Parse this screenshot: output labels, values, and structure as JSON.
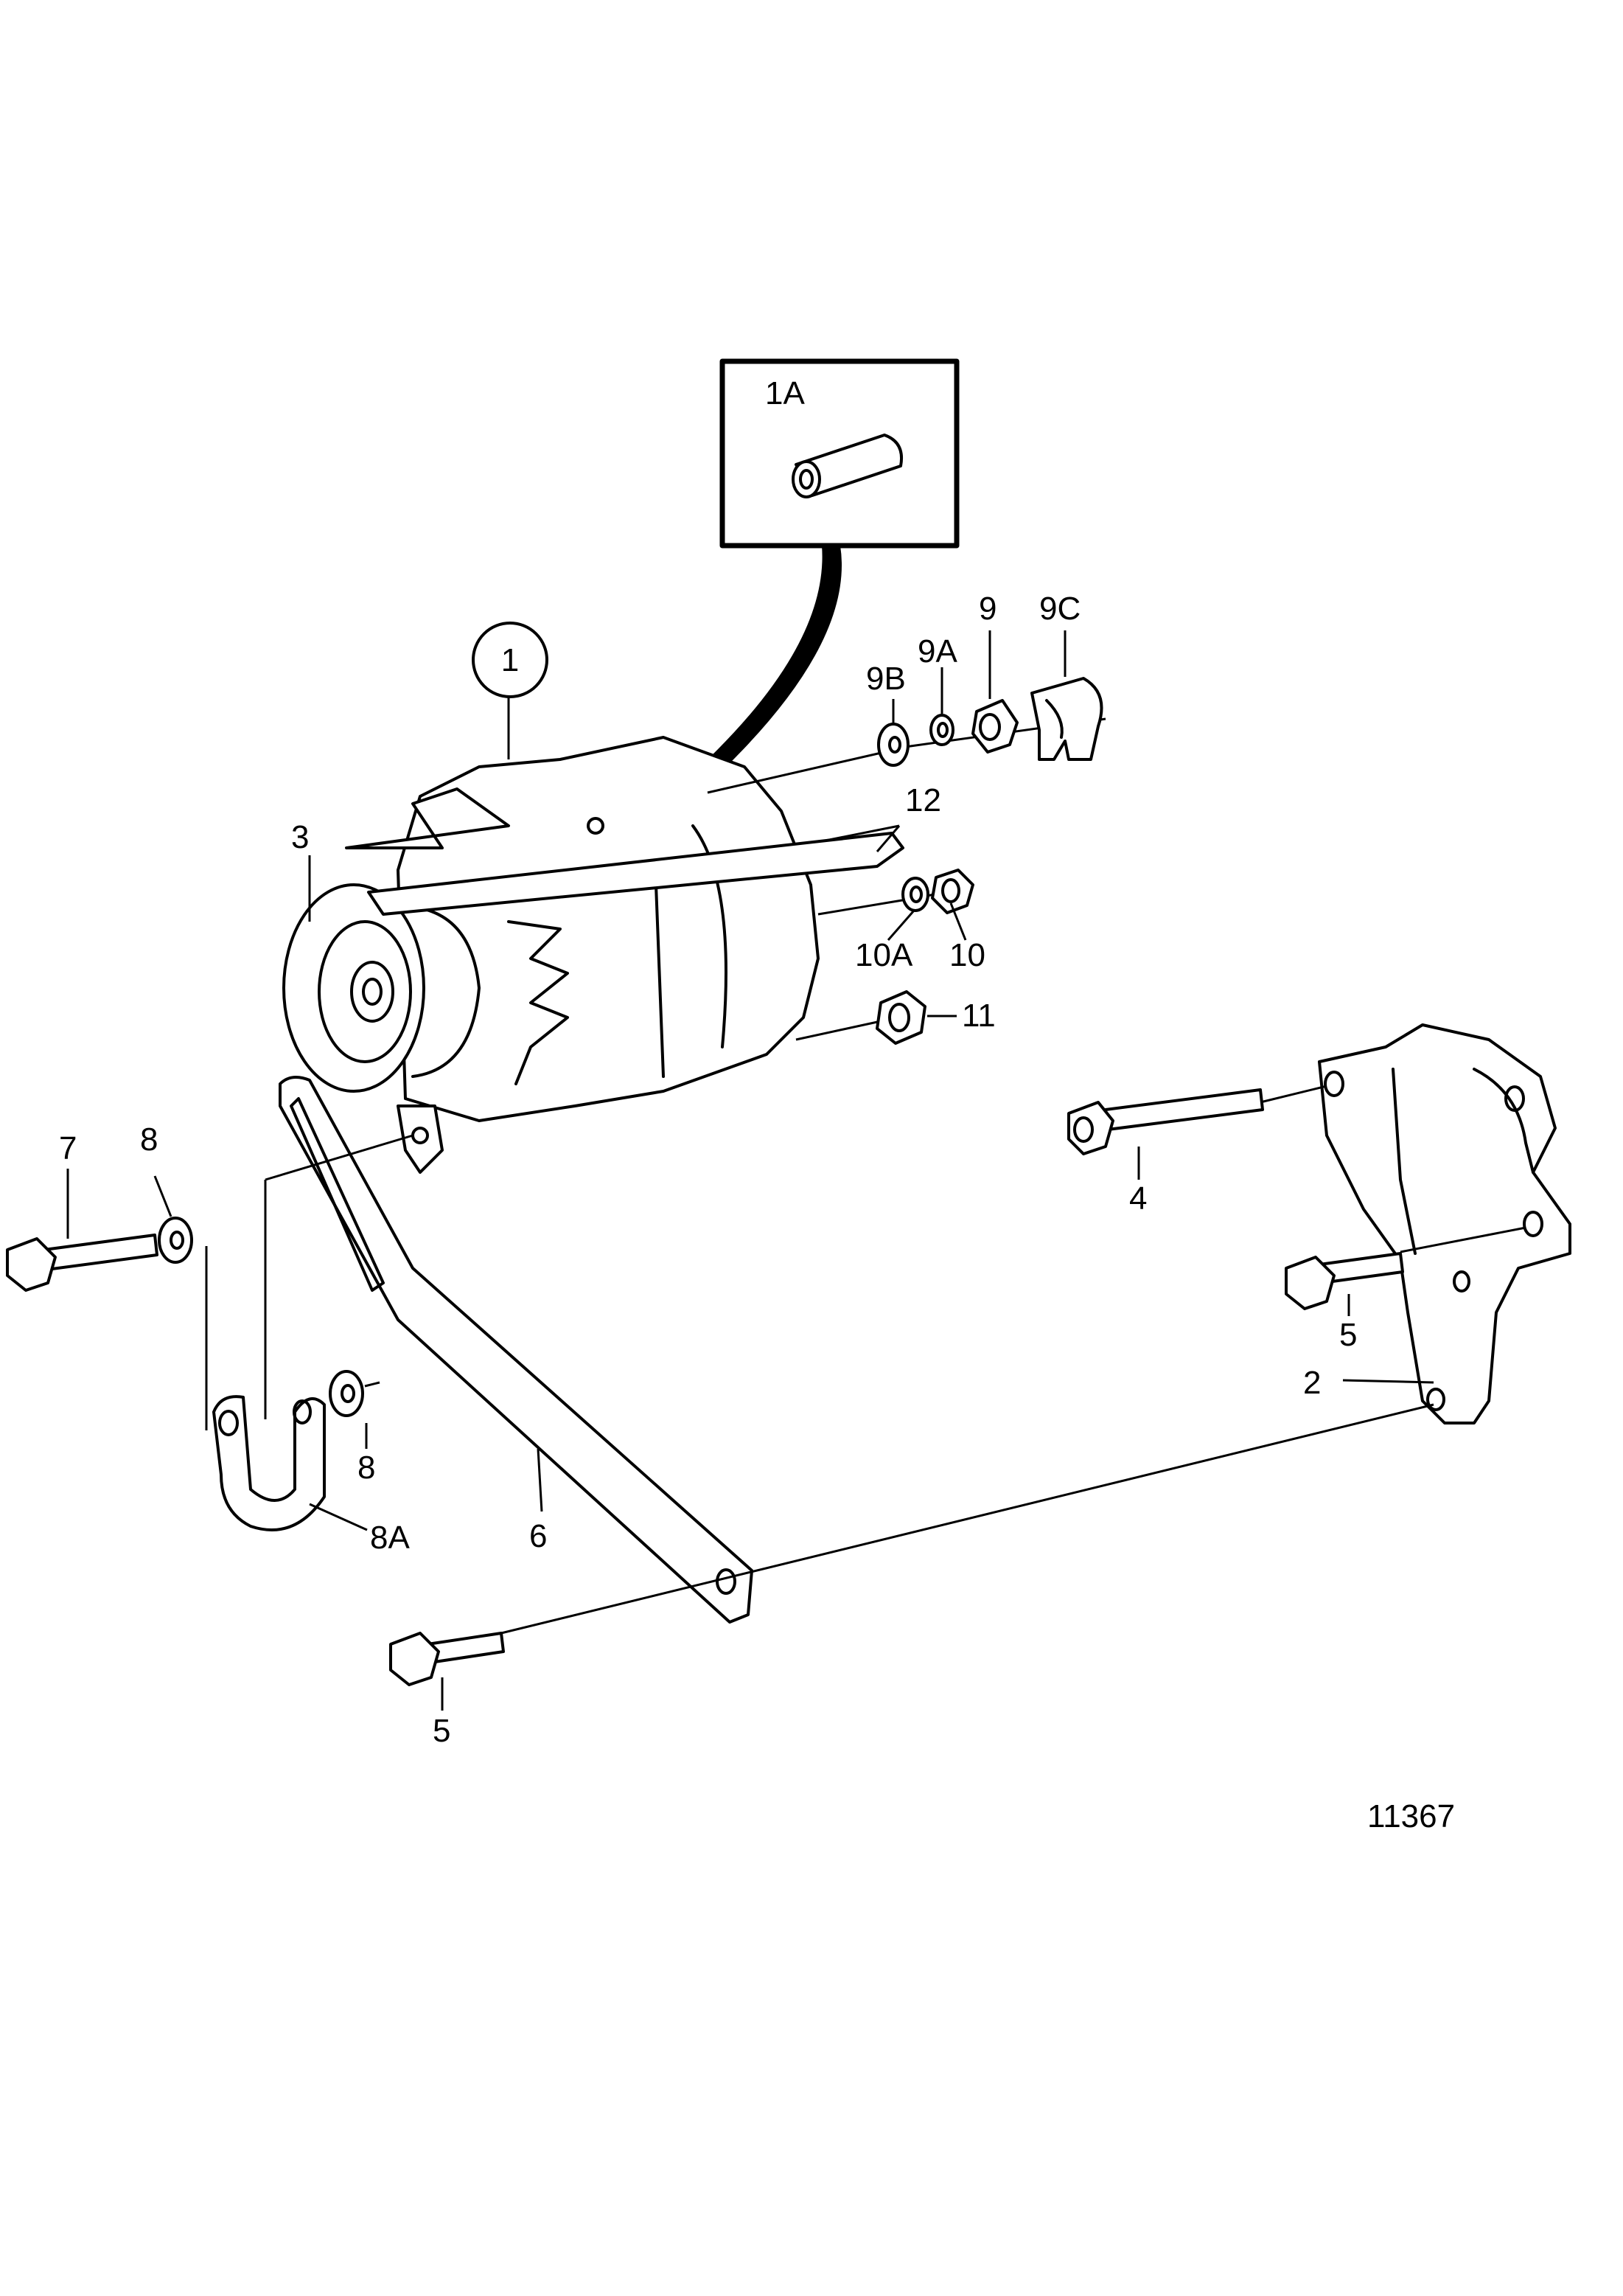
{
  "drawing_number": "11367",
  "callouts": {
    "c1": "1",
    "c1a": "1A",
    "c2": "2",
    "c3": "3",
    "c4": "4",
    "c5a": "5",
    "c5b": "5",
    "c6": "6",
    "c7": "7",
    "c8a": "8",
    "c8b": "8",
    "c8aa": "8A",
    "c9": "9",
    "c9a": "9A",
    "c9b": "9B",
    "c9c": "9C",
    "c10": "10",
    "c10a": "10A",
    "c11": "11",
    "c12": "12"
  }
}
